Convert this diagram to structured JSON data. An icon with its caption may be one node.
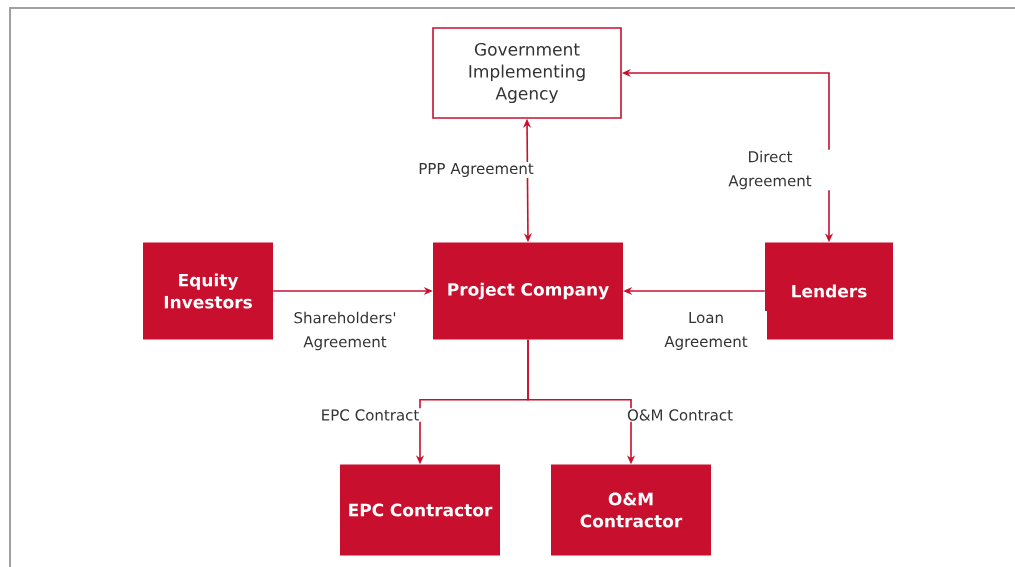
{
  "diagram": {
    "nodes": [
      {
        "text": [
          "Government Implementing Agency"
        ]
      },
      {
        "text": [
          "Equity Investors"
        ]
      },
      {
        "text": [
          "Project Company"
        ]
      },
      {
        "text": [
          "Lenders"
        ]
      },
      {
        "text": [
          "EPC Contractor"
        ]
      },
      {
        "text": [
          "O&M Contractor"
        ]
      }
    ],
    "edges": [
      {
        "from": 2,
        "to": 0,
        "arrow": "both",
        "label": "PPP Agreement"
      },
      {
        "from": 0,
        "to": 3,
        "arrow": "both",
        "label": "Direct Agreement"
      },
      {
        "from": 1,
        "to": 2,
        "arrow": "to",
        "label": "Shareholders' Agreement"
      },
      {
        "from": 3,
        "to": 2,
        "arrow": "to",
        "label": "Loan Agreement"
      },
      {
        "from": 2,
        "to": 4,
        "arrow": "to",
        "label": "EPC Contract"
      },
      {
        "from": 2,
        "to": 5,
        "arrow": "to",
        "label": "O&M Contract"
      }
    ]
  }
}
